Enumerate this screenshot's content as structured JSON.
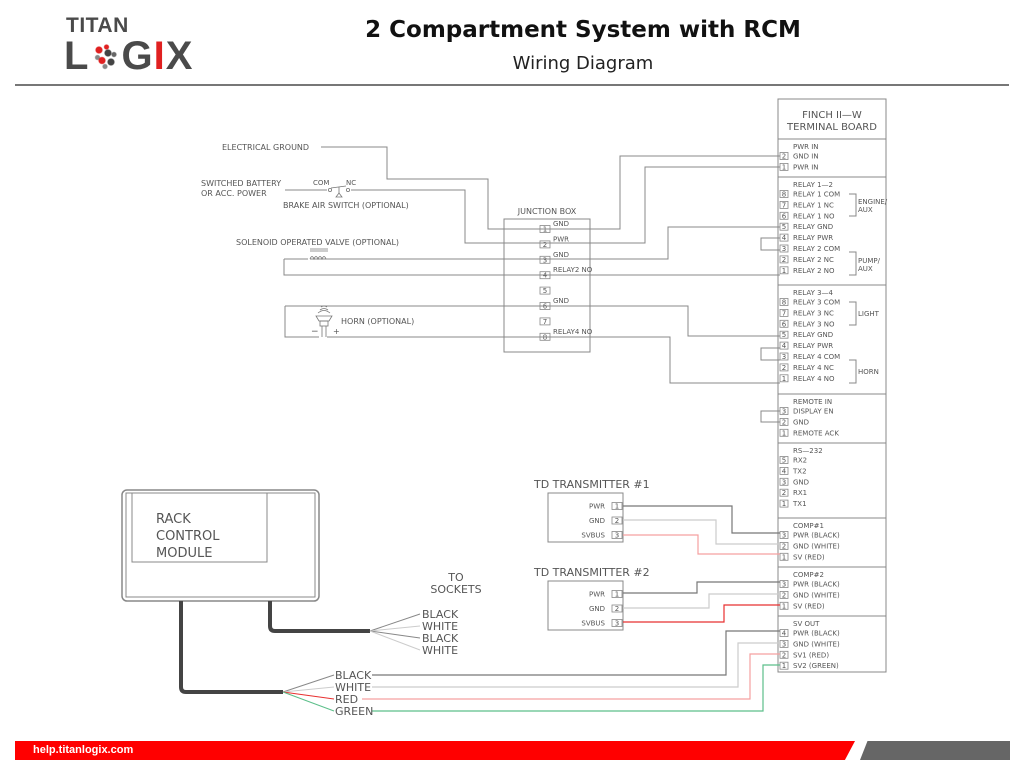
{
  "header": {
    "logo_top": "TITAN",
    "logo_bottom_parts": [
      "L",
      "G",
      "I",
      "X"
    ],
    "title": "2 Compartment System with RCM",
    "subtitle": "Wiring Diagram"
  },
  "terminal_board": {
    "title_line1": "FINCH II—W",
    "title_line2": "TERMINAL BOARD",
    "sections": [
      {
        "name": "PWR IN",
        "pins": [
          {
            "num": "2",
            "label": "GND IN"
          },
          {
            "num": "1",
            "label": "PWR IN"
          }
        ]
      },
      {
        "name": "RELAY 1—2",
        "pins": [
          {
            "num": "8",
            "label": "RELAY 1 COM"
          },
          {
            "num": "7",
            "label": "RELAY 1 NC"
          },
          {
            "num": "6",
            "label": "RELAY 1 NO"
          },
          {
            "num": "5",
            "label": "RELAY GND"
          },
          {
            "num": "4",
            "label": "RELAY PWR"
          },
          {
            "num": "3",
            "label": "RELAY 2 COM"
          },
          {
            "num": "2",
            "label": "RELAY 2 NC"
          },
          {
            "num": "1",
            "label": "RELAY 2 NO"
          }
        ],
        "groups": [
          {
            "line1": "ENGINE/",
            "line2": "AUX"
          },
          {
            "line1": "PUMP/",
            "line2": "AUX"
          }
        ]
      },
      {
        "name": "RELAY 3—4",
        "pins": [
          {
            "num": "8",
            "label": "RELAY 3 COM"
          },
          {
            "num": "7",
            "label": "RELAY 3 NC"
          },
          {
            "num": "6",
            "label": "RELAY 3 NO"
          },
          {
            "num": "5",
            "label": "RELAY GND"
          },
          {
            "num": "4",
            "label": "RELAY PWR"
          },
          {
            "num": "3",
            "label": "RELAY 4 COM"
          },
          {
            "num": "2",
            "label": "RELAY 4 NC"
          },
          {
            "num": "1",
            "label": "RELAY 4 NO"
          }
        ],
        "groups": [
          {
            "line1": "LIGHT",
            "line2": ""
          },
          {
            "line1": "HORN",
            "line2": ""
          }
        ]
      },
      {
        "name": "REMOTE IN",
        "pins": [
          {
            "num": "3",
            "label": "DISPLAY EN"
          },
          {
            "num": "2",
            "label": "GND"
          },
          {
            "num": "1",
            "label": "REMOTE ACK"
          }
        ]
      },
      {
        "name": "RS—232",
        "pins": [
          {
            "num": "5",
            "label": "RX2"
          },
          {
            "num": "4",
            "label": "TX2"
          },
          {
            "num": "3",
            "label": "GND"
          },
          {
            "num": "2",
            "label": "RX1"
          },
          {
            "num": "1",
            "label": "TX1"
          }
        ]
      },
      {
        "name": "COMP#1",
        "pins": [
          {
            "num": "3",
            "label": "PWR (BLACK)"
          },
          {
            "num": "2",
            "label": "GND (WHITE)"
          },
          {
            "num": "1",
            "label": "SV (RED)"
          }
        ]
      },
      {
        "name": "COMP#2",
        "pins": [
          {
            "num": "3",
            "label": "PWR (BLACK)"
          },
          {
            "num": "2",
            "label": "GND (WHITE)"
          },
          {
            "num": "1",
            "label": "SV (RED)"
          }
        ]
      },
      {
        "name": "SV OUT",
        "pins": [
          {
            "num": "4",
            "label": "PWR (BLACK)"
          },
          {
            "num": "3",
            "label": "GND (WHITE)"
          },
          {
            "num": "2",
            "label": "SV1 (RED)"
          },
          {
            "num": "1",
            "label": "SV2 (GREEN)"
          }
        ]
      }
    ]
  },
  "junction_box": {
    "title": "JUNCTION BOX",
    "pins": [
      {
        "num": "1",
        "label": "GND"
      },
      {
        "num": "2",
        "label": "PWR"
      },
      {
        "num": "3",
        "label": "GND"
      },
      {
        "num": "4",
        "label": "RELAY2 NO"
      },
      {
        "num": "5",
        "label": ""
      },
      {
        "num": "6",
        "label": "GND"
      },
      {
        "num": "7",
        "label": ""
      },
      {
        "num": "8",
        "label": "RELAY4 NO"
      }
    ]
  },
  "field_labels": {
    "electrical_ground": "ELECTRICAL GROUND",
    "switched_battery_1": "SWITCHED BATTERY",
    "switched_battery_2": "OR ACC. POWER",
    "com": "COM",
    "nc": "NC",
    "brake_switch": "BRAKE AIR SWITCH (OPTIONAL)",
    "solenoid": "SOLENOID OPERATED VALVE (OPTIONAL)",
    "horn": "HORN (OPTIONAL)",
    "horn_minus": "−",
    "horn_plus": "+"
  },
  "transmitters": [
    {
      "title": "TD TRANSMITTER #1",
      "pins": [
        {
          "label": "PWR",
          "num": "1"
        },
        {
          "label": "GND",
          "num": "2"
        },
        {
          "label": "SVBUS",
          "num": "3"
        }
      ]
    },
    {
      "title": "TD TRANSMITTER #2",
      "pins": [
        {
          "label": "PWR",
          "num": "1"
        },
        {
          "label": "GND",
          "num": "2"
        },
        {
          "label": "SVBUS",
          "num": "3"
        }
      ]
    }
  ],
  "rcm": {
    "line1": "RACK",
    "line2": "CONTROL",
    "line3": "MODULE",
    "to_sockets_1": "TO",
    "to_sockets_2": "SOCKETS",
    "socket_wires": [
      "BLACK",
      "WHITE",
      "BLACK",
      "WHITE"
    ],
    "sv_wires": [
      "BLACK",
      "WHITE",
      "RED",
      "GREEN"
    ]
  },
  "colors": {
    "wire_black": "#777777",
    "wire_white": "#cccccc",
    "wire_red_light": "#f5a0a0",
    "wire_red": "#e83030",
    "wire_green": "#5cbf8a",
    "brand_red": "#ff0000",
    "brand_gray": "#666666"
  },
  "footer": {
    "url": "help.titanlogix.com"
  }
}
